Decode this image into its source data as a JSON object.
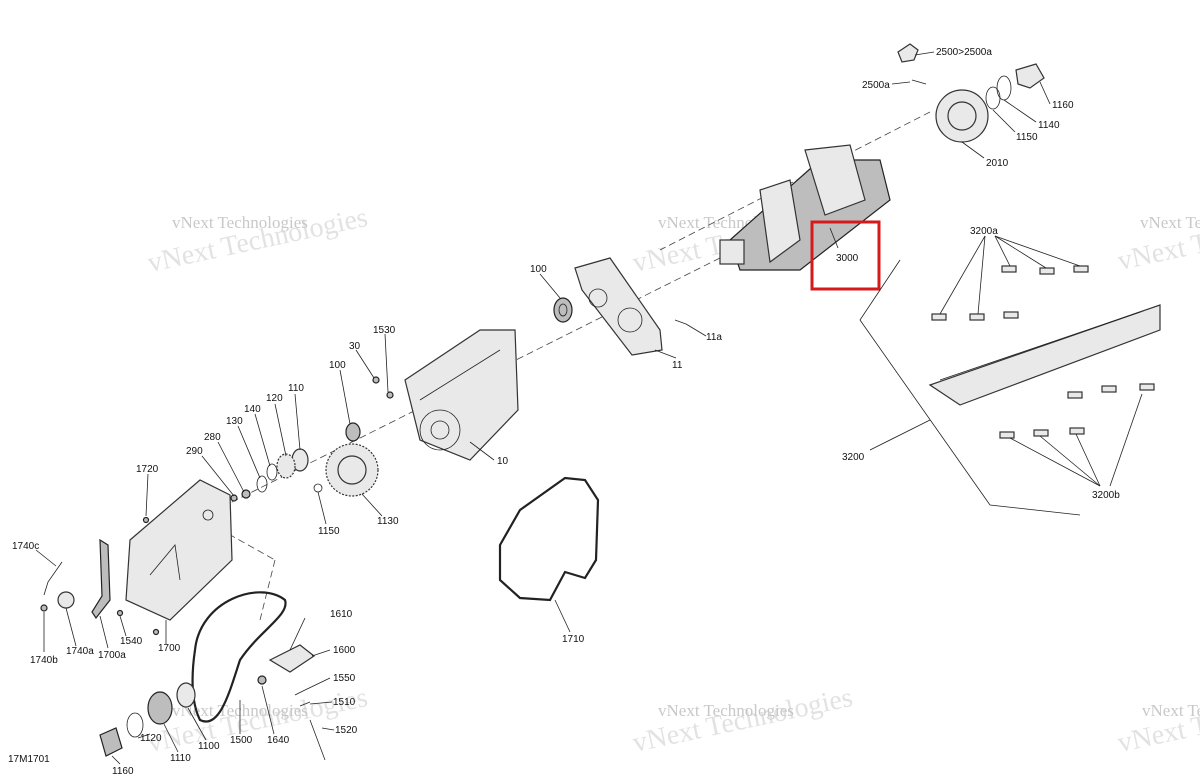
{
  "diagram_code": "17M1701",
  "watermark": "vNext Technologies",
  "highlight_color": "#d41a1a",
  "highlighted_part": "3000",
  "callouts": {
    "p2500_2500a": "2500>2500a",
    "p2500a": "2500a",
    "p1160_top": "1160",
    "p1150_top": "1150",
    "p1140": "1140",
    "p2010": "2010",
    "p3000": "3000",
    "p3200a": "3200a",
    "p3200": "3200",
    "p3200b": "3200b",
    "p100_top": "100",
    "p11a": "11a",
    "p11": "11",
    "p1530": "1530",
    "p30": "30",
    "p100_mid": "100",
    "p110": "110",
    "p120": "120",
    "p140": "140",
    "p130": "130",
    "p280": "280",
    "p290": "290",
    "p1720": "1720",
    "p10": "10",
    "p1130": "1130",
    "p1150_mid": "1150",
    "p1740c": "1740c",
    "p1740b": "1740b",
    "p1740a": "1740a",
    "p1700a": "1700a",
    "p1540": "1540",
    "p1700": "1700",
    "p1610": "1610",
    "p1600": "1600",
    "p1550": "1550",
    "p1510": "1510",
    "p1520": "1520",
    "p1640": "1640",
    "p1500": "1500",
    "p1100": "1100",
    "p1110": "1110",
    "p1120": "1120",
    "p1160_bot": "1160",
    "p1710": "1710"
  }
}
